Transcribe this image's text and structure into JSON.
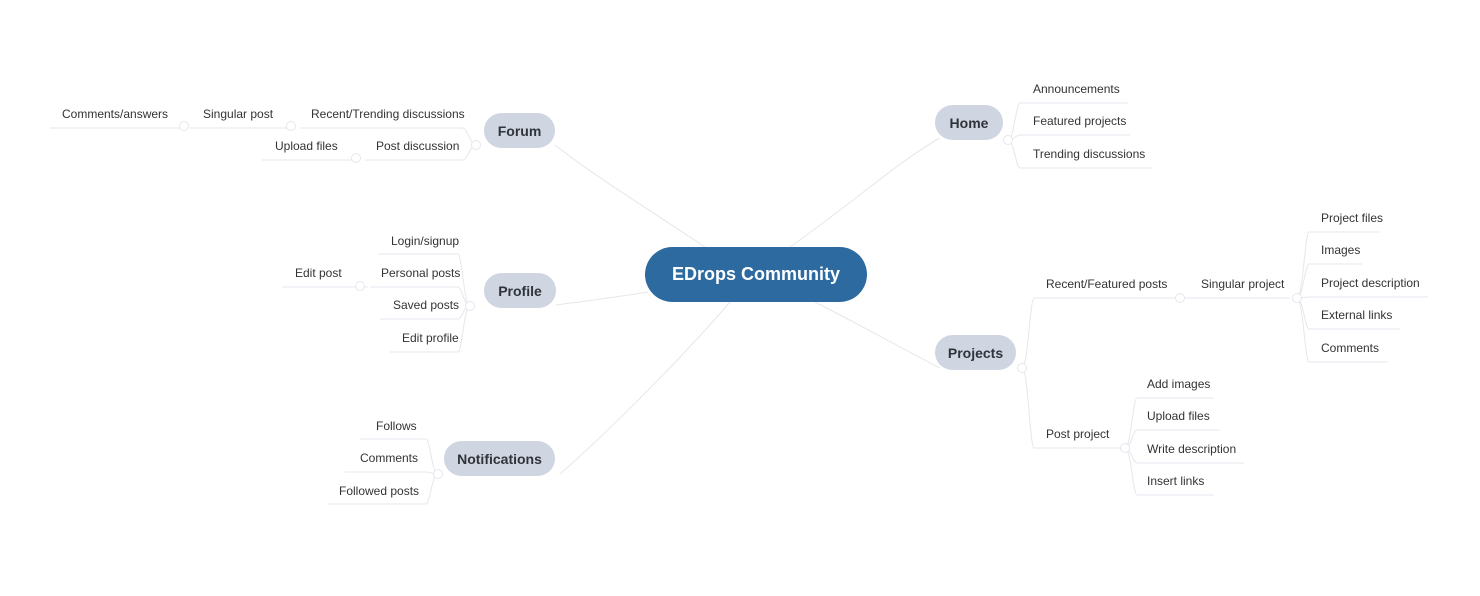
{
  "center": {
    "label": "EDrops Community"
  },
  "branches": {
    "home": {
      "label": "Home",
      "items": [
        "Announcements",
        "Featured projects",
        "Trending discussions"
      ]
    },
    "projects": {
      "label": "Projects",
      "recent": {
        "label": "Recent/Featured posts",
        "singular": {
          "label": "Singular project",
          "items": [
            "Project files",
            "Images",
            "Project description",
            "External links",
            "Comments"
          ]
        }
      },
      "post": {
        "label": "Post project",
        "items": [
          "Add images",
          "Upload files",
          "Write description",
          "Insert links"
        ]
      }
    },
    "forum": {
      "label": "Forum",
      "recent": {
        "label": "Recent/Trending discussions",
        "singular": {
          "label": "Singular post",
          "comments": "Comments/answers"
        }
      },
      "post": {
        "label": "Post discussion",
        "upload": "Upload files"
      }
    },
    "profile": {
      "label": "Profile",
      "items": [
        "Login/signup",
        "Personal posts",
        "Saved posts",
        "Edit profile"
      ],
      "personal_child": "Edit post"
    },
    "notifications": {
      "label": "Notifications",
      "items": [
        "Follows",
        "Comments",
        "Followed posts"
      ]
    }
  }
}
